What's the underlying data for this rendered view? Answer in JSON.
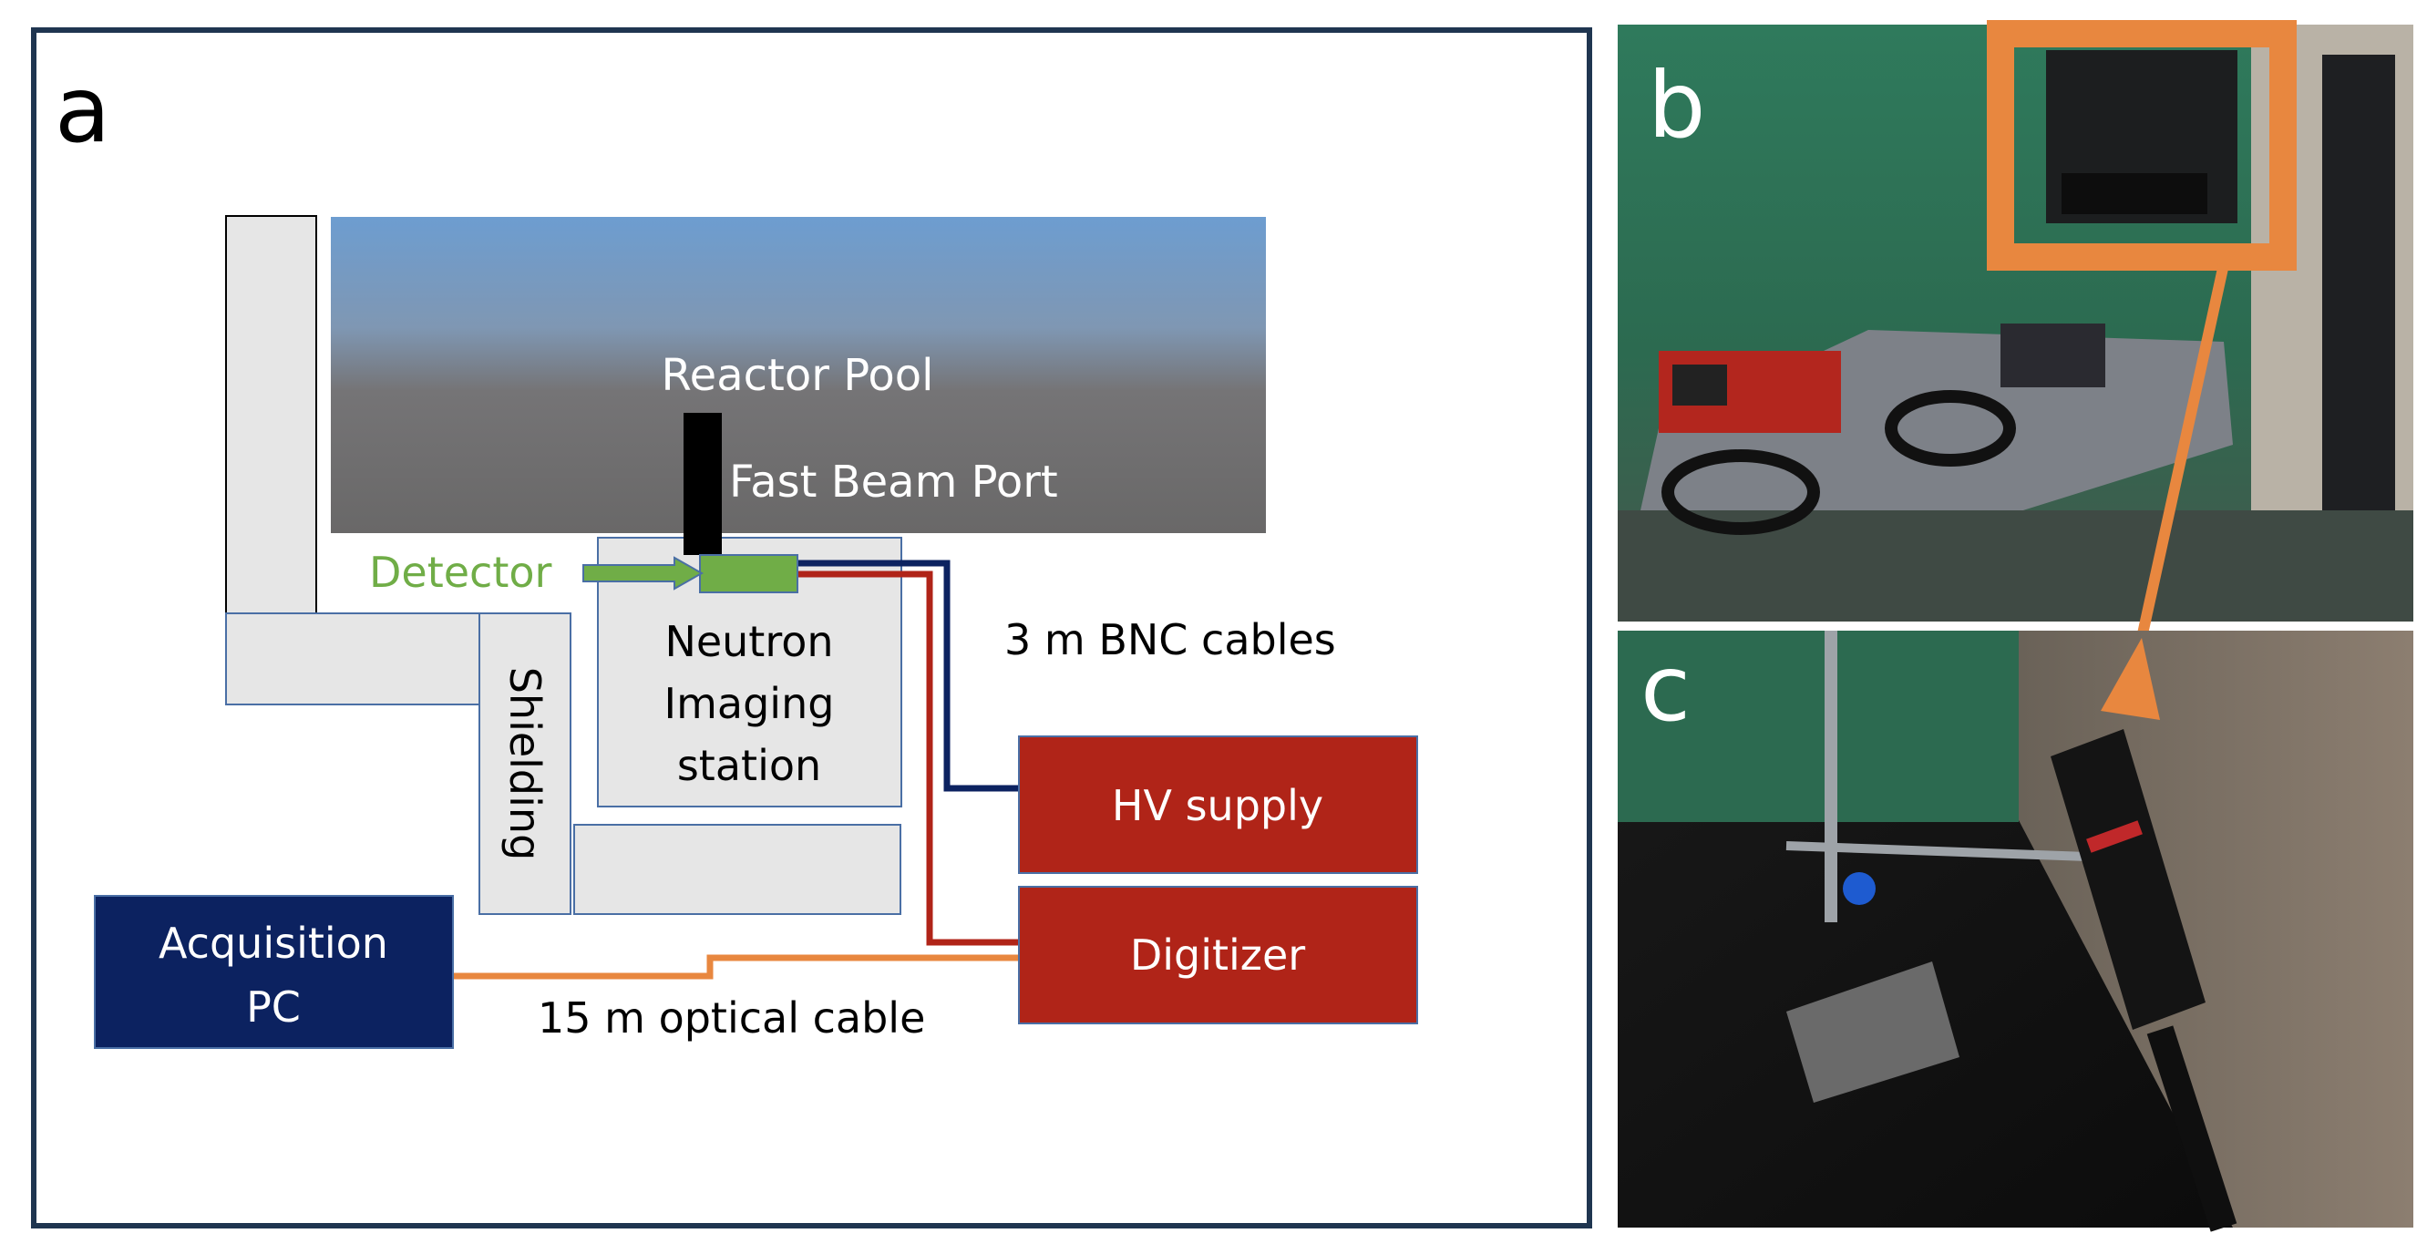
{
  "panel_a": {
    "letter": "a",
    "labels": {
      "reactor_pool": "Reactor Pool",
      "fast_beam_port": "Fast Beam Port",
      "detector": "Detector",
      "station_line1": "Neutron",
      "station_line2": "Imaging",
      "station_line3": "station",
      "shielding": "Shielding",
      "bnc_cables": "3 m BNC cables",
      "hv_supply": "HV supply",
      "digitizer": "Digitizer",
      "pc_line1": "Acquisition",
      "pc_line2": "PC",
      "optical_cable": "15 m optical cable"
    },
    "colors": {
      "frame": "#1f3550",
      "pool_top": "#6b9bcc",
      "pool_bottom": "#6b6b6b",
      "beam_port": "#000000",
      "detector": "#70ad47",
      "box_fill": "#e6e6e6",
      "box_stroke": "#4a6fa5",
      "red_block": "#b02418",
      "navy_block": "#0c2260",
      "cable_navy": "#0c2260",
      "cable_red": "#b02418",
      "cable_orange": "#e8873f"
    }
  },
  "panel_b": {
    "letter": "b",
    "highlight_color": "#e8873f"
  },
  "panel_c": {
    "letter": "c"
  }
}
